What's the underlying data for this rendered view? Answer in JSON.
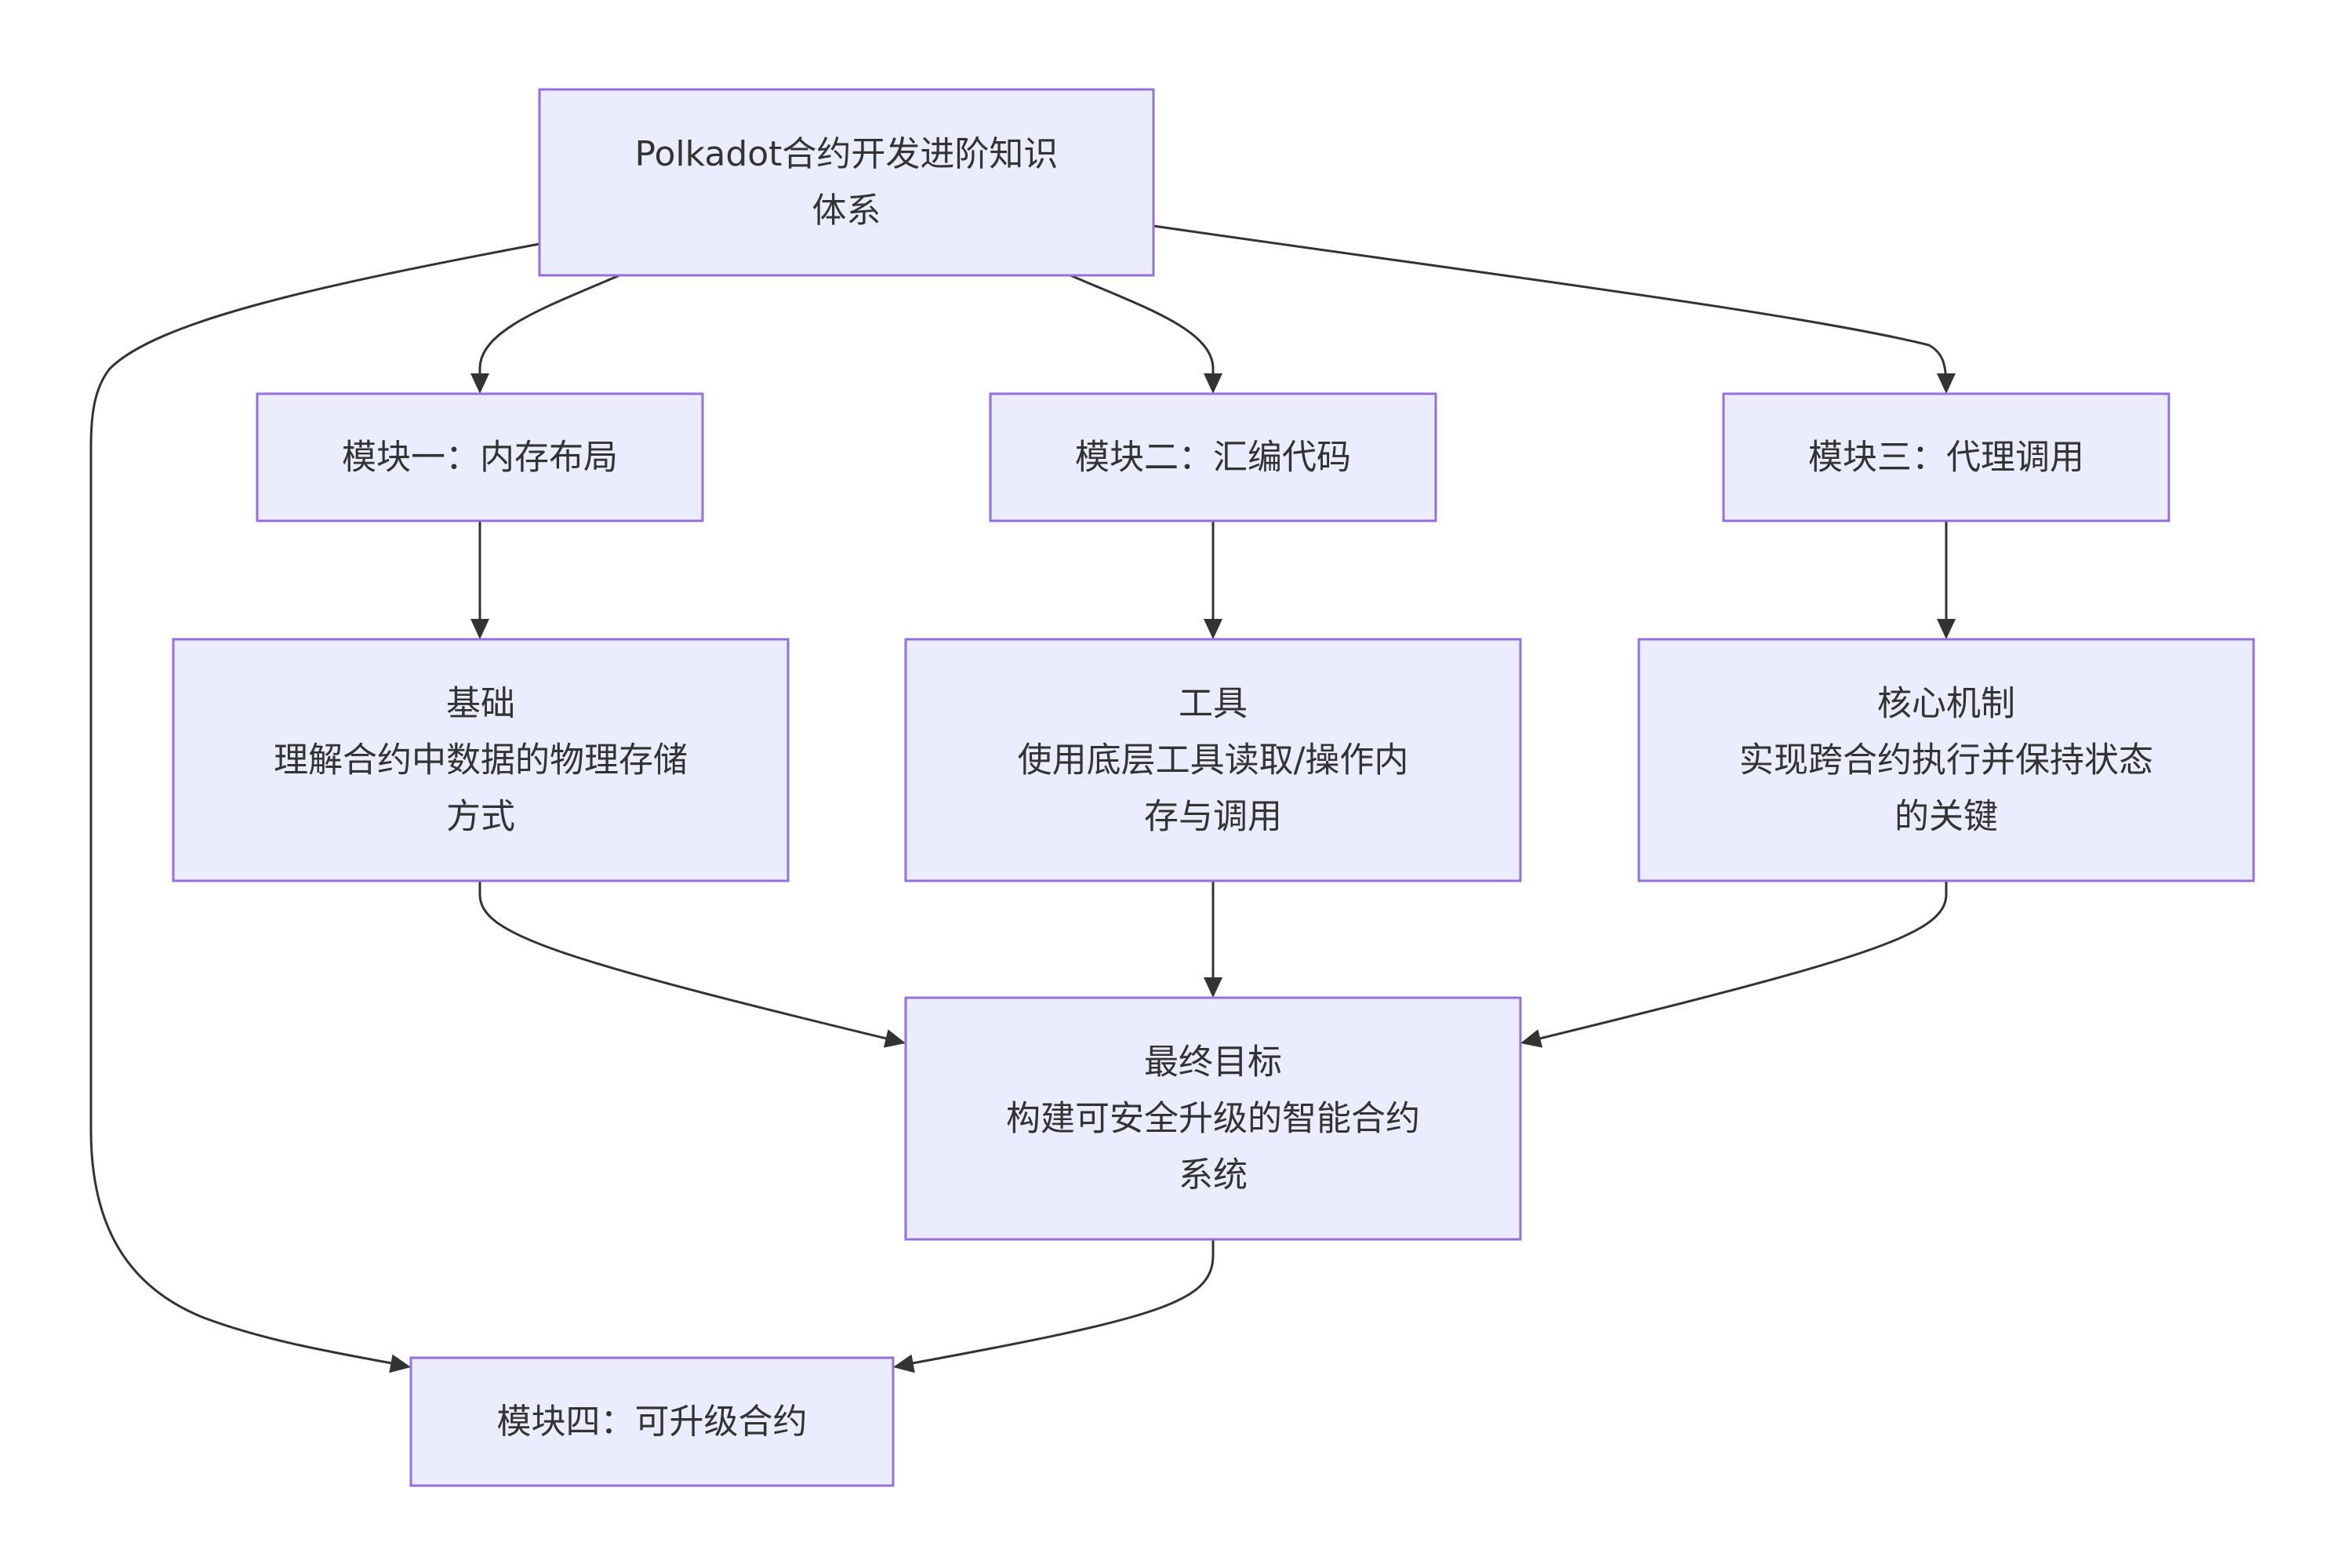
{
  "diagram": {
    "type": "flowchart",
    "colors": {
      "node_fill": "#ECECFF",
      "node_stroke": "#9370DB",
      "edge": "#333333",
      "text": "#333333"
    },
    "nodes": [
      {
        "id": "root",
        "lines": [
          "Polkadot合约开发进阶知识",
          "体系"
        ]
      },
      {
        "id": "m1",
        "lines": [
          "模块一：内存布局"
        ]
      },
      {
        "id": "m2",
        "lines": [
          "模块二：汇编代码"
        ]
      },
      {
        "id": "m3",
        "lines": [
          "模块三：代理调用"
        ]
      },
      {
        "id": "b1",
        "lines": [
          "基础",
          "理解合约中数据的物理存储",
          "方式"
        ]
      },
      {
        "id": "b2",
        "lines": [
          "工具",
          "使用底层工具读取/操作内",
          "存与调用"
        ]
      },
      {
        "id": "b3",
        "lines": [
          "核心机制",
          "实现跨合约执行并保持状态",
          "的关键"
        ]
      },
      {
        "id": "goal",
        "lines": [
          "最终目标",
          "构建可安全升级的智能合约",
          "系统"
        ]
      },
      {
        "id": "m4",
        "lines": [
          "模块四：可升级合约"
        ]
      }
    ],
    "edges": [
      {
        "from": "root",
        "to": "m1"
      },
      {
        "from": "root",
        "to": "m2"
      },
      {
        "from": "root",
        "to": "m3"
      },
      {
        "from": "root",
        "to": "m4"
      },
      {
        "from": "m1",
        "to": "b1"
      },
      {
        "from": "m2",
        "to": "b2"
      },
      {
        "from": "m3",
        "to": "b3"
      },
      {
        "from": "b1",
        "to": "goal"
      },
      {
        "from": "b2",
        "to": "goal"
      },
      {
        "from": "b3",
        "to": "goal"
      },
      {
        "from": "goal",
        "to": "m4"
      }
    ]
  }
}
